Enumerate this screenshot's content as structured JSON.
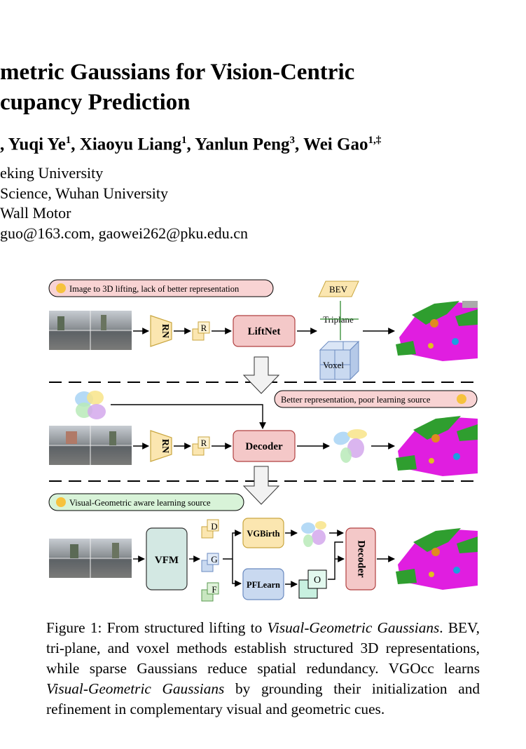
{
  "title": {
    "line1": "metric Gaussians for Vision-Centric",
    "line2": "cupancy Prediction"
  },
  "authors": {
    "lead": ", ",
    "a1": "Yuqi Ye",
    "a1_sup": "1",
    "a2": "Xiaoyu Liang",
    "a2_sup": "1",
    "a3": "Yanlun Peng",
    "a3_sup": "3",
    "a4": "Wei Gao",
    "a4_sup": "1,‡"
  },
  "affiliations": [
    "eking University",
    " Science, Wuhan University",
    " Wall Motor",
    "guo@163.com, gaowei262@pku.edu.cn"
  ],
  "figure": {
    "row1": {
      "banner": "Image to 3D lifting, lack of better representation",
      "backbone": "RN",
      "feature": "R",
      "module": "LiftNet",
      "rep_bev": "BEV",
      "rep_triplane": "Triplane",
      "rep_voxel": "Voxel"
    },
    "row2": {
      "banner": "Better representation, poor learning source",
      "backbone": "RN",
      "feature": "R",
      "module": "Decoder"
    },
    "row3": {
      "banner": "Visual-Geometric aware learning source",
      "backbone": "VFM",
      "feat_d": "D",
      "feat_g": "G",
      "feat_f": "F",
      "birth": "VGBirth",
      "learn": "PFLearn",
      "out": "O",
      "decoder": "Decoder"
    },
    "colors": {
      "banner_bad": "#f8d3d3",
      "banner_good": "#d8f3d8",
      "module_red": "#f4c8c8",
      "backbone_yellow": "#fbe6b0",
      "vfm_teal": "#d3e8e3",
      "voxel_blue": "#c9d9f0",
      "occ_magenta": "#e01ee0",
      "occ_green": "#2f9e2f"
    }
  },
  "caption": {
    "label": "Figure 1:",
    "t1": " From structured lifting to ",
    "i1": "Visual-Geometric Gaussians",
    "t2": ". BEV, tri-plane, and voxel methods establish structured 3D representations, while sparse Gaussians reduce spatial redundancy. VGOcc learns ",
    "i2": "Visual-Geometric Gaussians",
    "t3": " by grounding their initialization and refinement in complementary visual and geometric cues."
  }
}
